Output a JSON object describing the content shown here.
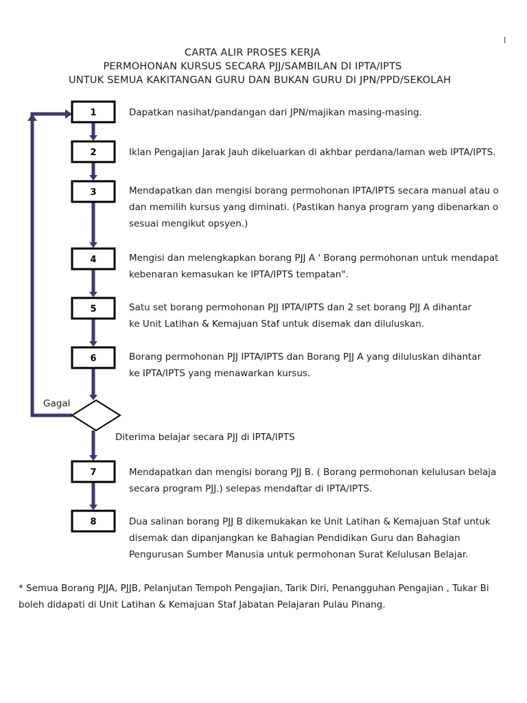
{
  "page_marker": "l",
  "title": {
    "line1": "CARTA ALIR PROSES KERJA",
    "line2": "PERMOHONAN KURSUS SECARA PJJ/SAMBILAN DI IPTA/IPTS",
    "line3": "UNTUK SEMUA KAKITANGAN GURU DAN BUKAN GURU DI JPN/PPD/SEKOLAH"
  },
  "colors": {
    "arrow": "#3d3b6b",
    "box_border": "#000000"
  },
  "steps": [
    {
      "num": "1",
      "lines": [
        "Dapatkan nasihat/pandangan dari JPN/majikan masing-masing."
      ]
    },
    {
      "num": "2",
      "lines": [
        "Iklan Pengajian Jarak Jauh dikeluarkan di akhbar perdana/laman web IPTA/IPTS."
      ]
    },
    {
      "num": "3",
      "lines": [
        "Mendapatkan dan mengisi borang permohonan IPTA/IPTS secara manual atau o",
        "dan memilih kursus yang diminati. (Pastikan hanya program yang dibenarkan o",
        "sesuai mengikut opsyen.)"
      ]
    },
    {
      "num": "4",
      "lines": [
        "Mengisi dan melengkapkan borang PJJ A ' Borang permohonan untuk mendapat",
        "kebenaran kemasukan ke IPTA/IPTS tempatan\"."
      ]
    },
    {
      "num": "5",
      "lines": [
        "Satu set borang permohonan PJJ IPTA/IPTS dan 2 set borang PJJ A dihantar",
        "ke Unit Latihan & Kemajuan Staf untuk disemak dan diluluskan."
      ]
    },
    {
      "num": "6",
      "lines": [
        "Borang permohonan PJJ IPTA/IPTS dan Borang PJJ A yang diluluskan dihantar",
        "ke IPTA/IPTS yang menawarkan kursus."
      ]
    },
    {
      "num": "7",
      "lines": [
        "Mendapatkan dan mengisi borang PJJ B. ( Borang permohonan kelulusan belaja",
        "secara program PJJ.) selepas mendaftar di IPTA/IPTS."
      ]
    },
    {
      "num": "8",
      "lines": [
        "Dua salinan borang PJJ B dikemukakan ke Unit Latihan & Kemajuan Staf untuk",
        "disemak dan dipanjangkan ke Bahagian Pendidikan Guru dan Bahagian",
        "Pengurusan Sumber Manusia untuk permohonan Surat Kelulusan Belajar."
      ]
    }
  ],
  "decision": {
    "fail_label": "Gagal",
    "pass_label": "Diterima belajar secara PJJ di IPTA/IPTS"
  },
  "footnote": {
    "line1": "* Semua Borang PJJA, PJJB, Pelanjutan Tempoh Pengajian, Tarik Diri, Penangguhan Pengajian , Tukar Bi",
    "line2": "boleh didapati di Unit Latihan & Kemajuan Staf Jabatan Pelajaran Pulau Pinang."
  }
}
